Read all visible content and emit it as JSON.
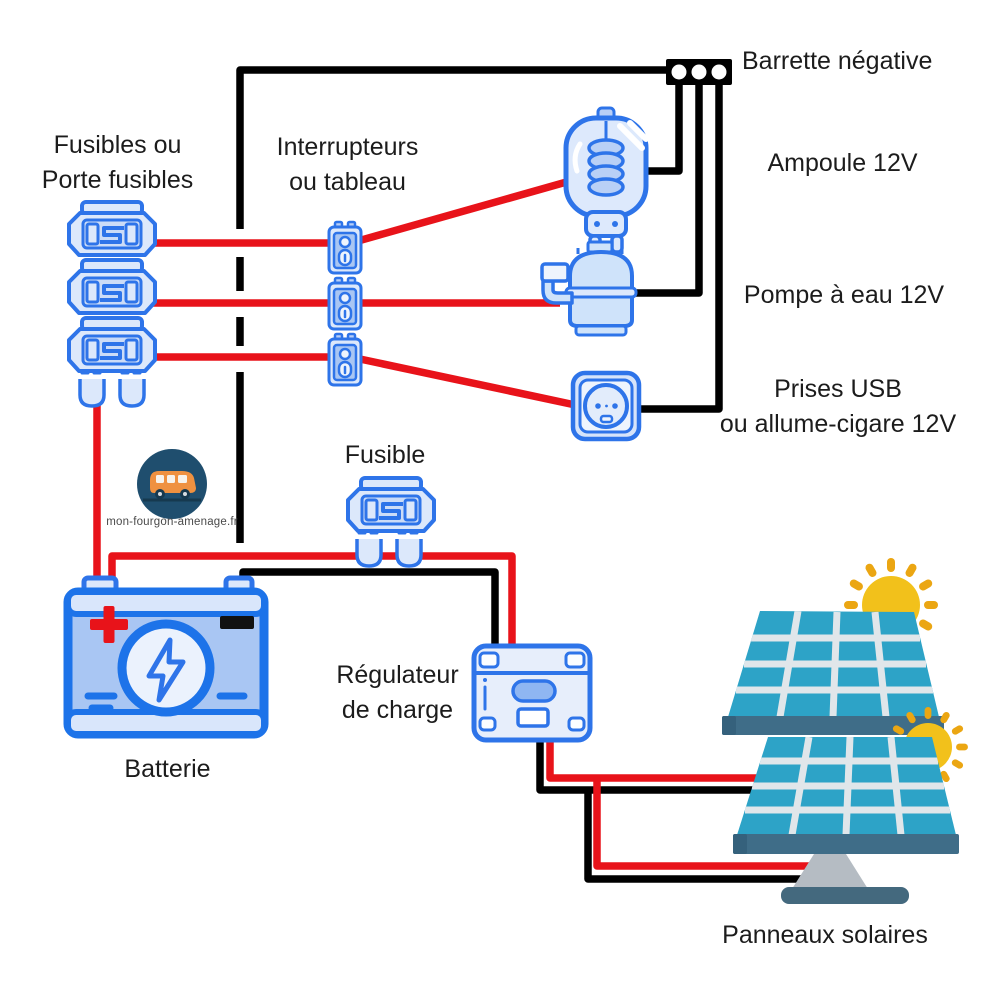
{
  "labels": {
    "barrette_negative": "Barrette négative",
    "fusibles": {
      "line1": "Fusibles ou",
      "line2": "Porte fusibles"
    },
    "interrupteurs": {
      "line1": "Interrupteurs",
      "line2": "ou tableau"
    },
    "ampoule": "Ampoule 12V",
    "pompe": "Pompe à eau 12V",
    "prises": {
      "line1": "Prises USB",
      "line2": "ou allume-cigare 12V"
    },
    "fusible": "Fusible",
    "regulateur": {
      "line1": "Régulateur",
      "line2": "de charge"
    },
    "batterie": "Batterie",
    "panneaux": "Panneaux solaires"
  },
  "watermark": {
    "site": "mon-fourgon-amenage.fr"
  },
  "colors": {
    "wire_positive": "#e8131a",
    "wire_negative": "#000000",
    "icon_stroke_blue": "#2e74e9",
    "icon_fill_light": "#dce8fb",
    "icon_fill_medium": "#b9cff6",
    "battery_fill": "#a9c6f3",
    "panel_teal": "#2da3c7",
    "panel_grid": "#e0e6ea",
    "panel_frame": "#3f6d88",
    "stand_gray": "#b5bcc3",
    "sun_disc": "#f2c11b",
    "sun_rays": "#eba612",
    "logo_navy": "#1f4e6e",
    "van_orange": "#ef9140"
  }
}
